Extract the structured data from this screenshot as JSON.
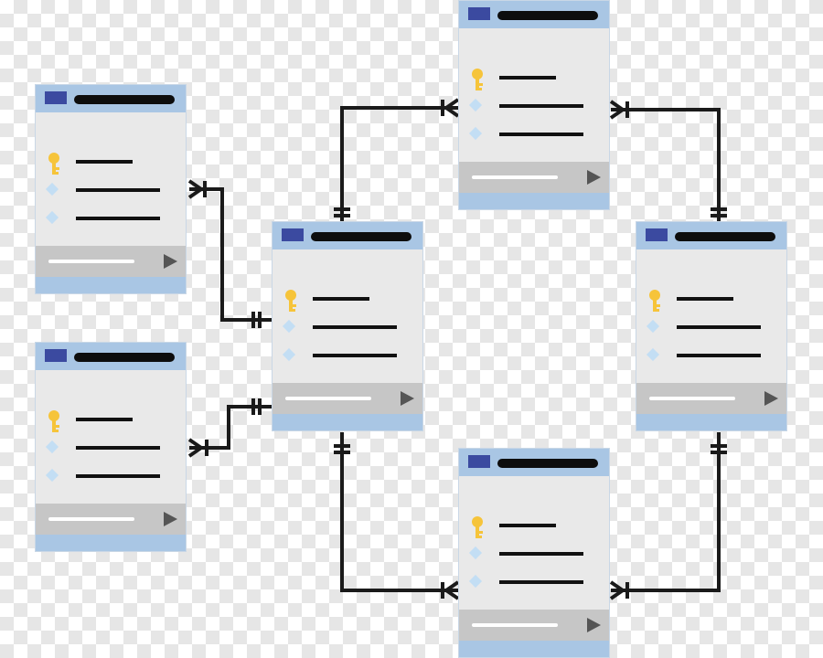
{
  "diagram": {
    "type": "entity-relationship",
    "colors": {
      "header": "#a9c6e4",
      "card_body": "#e9e9e9",
      "footer": "#c6c6c6",
      "header_icon": "#3b4aa0",
      "key": "#f6c43a",
      "diamond": "#c3def4",
      "connector": "#1a1a1a",
      "title_bar": "#0d0d0d"
    },
    "tables": [
      {
        "id": "top-left",
        "fields": [
          {
            "icon": "key-icon"
          },
          {
            "icon": "diamond-icon"
          },
          {
            "icon": "diamond-icon"
          }
        ]
      },
      {
        "id": "bottom-left",
        "fields": [
          {
            "icon": "key-icon"
          },
          {
            "icon": "diamond-icon"
          },
          {
            "icon": "diamond-icon"
          }
        ]
      },
      {
        "id": "center",
        "fields": [
          {
            "icon": "key-icon"
          },
          {
            "icon": "diamond-icon"
          },
          {
            "icon": "diamond-icon"
          }
        ]
      },
      {
        "id": "top-center",
        "fields": [
          {
            "icon": "key-icon"
          },
          {
            "icon": "diamond-icon"
          },
          {
            "icon": "diamond-icon"
          }
        ]
      },
      {
        "id": "right",
        "fields": [
          {
            "icon": "key-icon"
          },
          {
            "icon": "diamond-icon"
          },
          {
            "icon": "diamond-icon"
          }
        ]
      },
      {
        "id": "bottom-center",
        "fields": [
          {
            "icon": "key-icon"
          },
          {
            "icon": "diamond-icon"
          },
          {
            "icon": "diamond-icon"
          }
        ]
      }
    ],
    "relationships": [
      {
        "from": "top-left",
        "to": "center",
        "from_end": "many",
        "to_end": "one"
      },
      {
        "from": "bottom-left",
        "to": "center",
        "from_end": "many",
        "to_end": "one"
      },
      {
        "from": "center",
        "to": "top-center",
        "from_end": "one",
        "to_end": "many"
      },
      {
        "from": "top-center",
        "to": "right",
        "from_end": "many",
        "to_end": "one"
      },
      {
        "from": "center",
        "to": "bottom-center",
        "from_end": "one",
        "to_end": "many"
      },
      {
        "from": "right",
        "to": "bottom-center",
        "from_end": "one",
        "to_end": "many"
      }
    ]
  }
}
